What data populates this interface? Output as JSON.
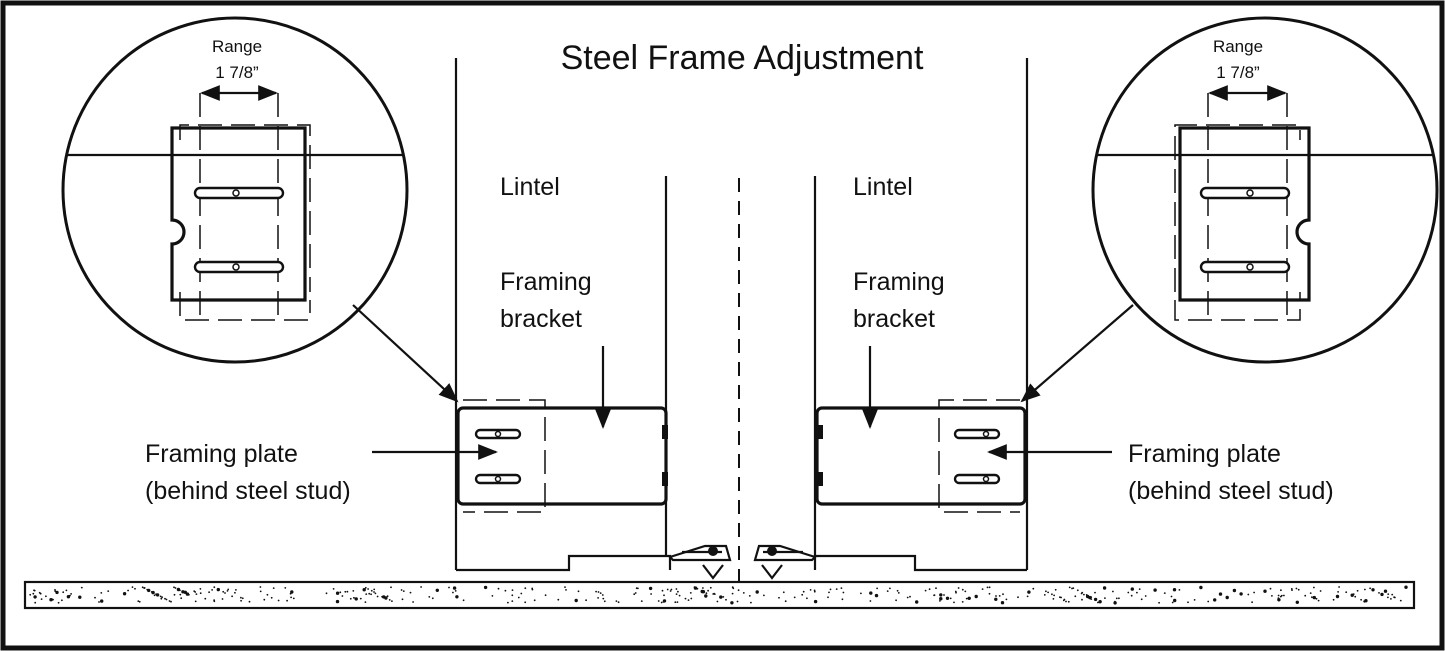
{
  "diagram": {
    "title": "Steel Frame Adjustment",
    "labels": {
      "lintel_left": "Lintel",
      "lintel_right": "Lintel",
      "framing_bracket_left_1": "Framing",
      "framing_bracket_left_2": "bracket",
      "framing_bracket_right_1": "Framing",
      "framing_bracket_right_2": "bracket",
      "framing_plate_left_1": "Framing plate",
      "framing_plate_left_2": "(behind steel stud)",
      "framing_plate_right_1": "Framing plate",
      "framing_plate_right_2": "(behind steel stud)"
    },
    "detail_left": {
      "range_label": "Range",
      "range_value": "1 7/8”"
    },
    "detail_right": {
      "range_label": "Range",
      "range_value": "1 7/8”"
    },
    "colors": {
      "ink": "#111111",
      "background": "#ffffff"
    }
  }
}
